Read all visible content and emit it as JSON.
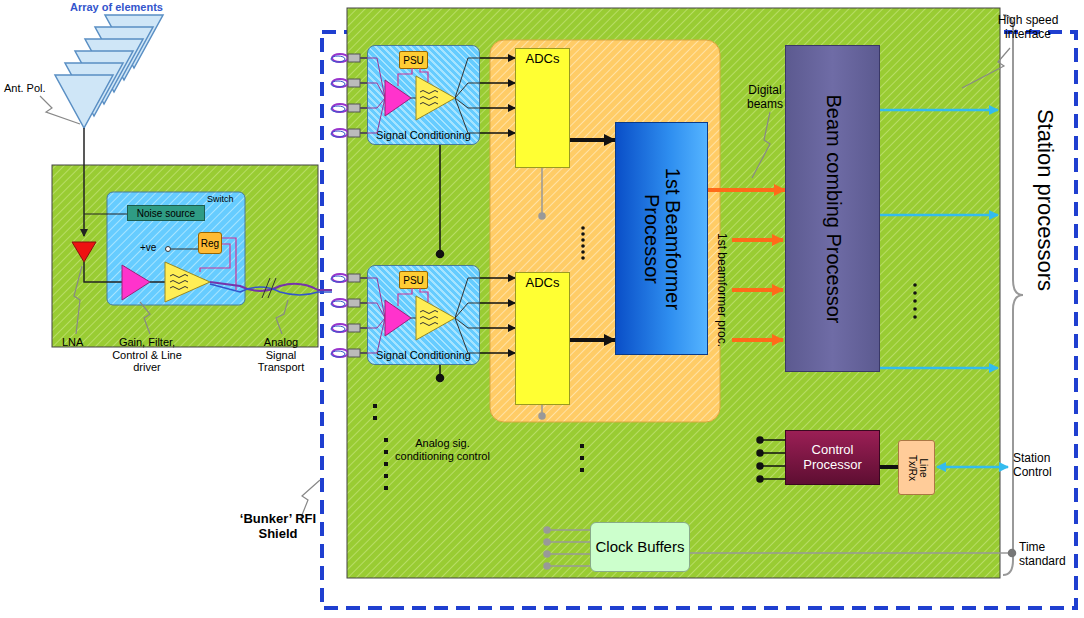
{
  "diagram": {
    "nodes": [
      {
        "text": [
          "Noise source"
        ]
      },
      {
        "text": [
          "Reg"
        ]
      },
      {
        "text": [
          "Signal Conditioning"
        ]
      },
      {
        "text": [
          "PSU"
        ],
        "in": 2
      },
      {
        "text": [
          "Signal Conditioning"
        ]
      },
      {
        "text": [
          "PSU"
        ],
        "in": 4
      },
      {
        "text": [
          "ADCs"
        ]
      },
      {
        "text": [
          "ADCs"
        ]
      },
      {
        "text": [
          "1st Beamformer Processor"
        ]
      },
      {
        "text": [
          "Beam combing Processor"
        ]
      },
      {
        "text": [
          "Control Processor"
        ]
      },
      {
        "text": [
          "Line Tx/Rx"
        ]
      },
      {
        "text": [
          "Clock Buffers"
        ]
      }
    ],
    "edges": [
      {
        "from": 2,
        "to": 6,
        "arrow": "to"
      },
      {
        "from": 2,
        "to": 6,
        "arrow": "to"
      },
      {
        "from": 2,
        "to": 6,
        "arrow": "to"
      },
      {
        "from": 2,
        "to": 6,
        "arrow": "to"
      },
      {
        "from": 4,
        "to": 7,
        "arrow": "to"
      },
      {
        "from": 4,
        "to": 7,
        "arrow": "to"
      },
      {
        "from": 4,
        "to": 7,
        "arrow": "to"
      },
      {
        "from": 4,
        "to": 7,
        "arrow": "to"
      },
      {
        "from": 6,
        "to": 8,
        "arrow": "to"
      },
      {
        "from": 7,
        "to": 8,
        "arrow": "to"
      },
      {
        "from": 8,
        "to": 9,
        "arrow": "to"
      },
      {
        "from": 10,
        "to": 11,
        "arrow": "none"
      }
    ],
    "labels": [
      "Array of elements",
      "Ant. Pol.",
      "Switch",
      "+ve",
      "LNA",
      "Gain, Filter, Control & Line driver",
      "Analog Signal Transport",
      "Analog sig. conditioning control",
      "‘Bunker’ RFI Shield",
      "Digital beams",
      "1st beamformer proc.",
      "High speed interface",
      "Station processors",
      "Station Control",
      "Time standard"
    ]
  }
}
